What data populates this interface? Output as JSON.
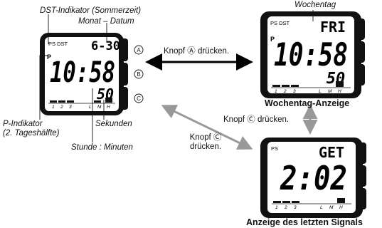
{
  "watch_left": {
    "top_indicators": "PS DST",
    "date": "6-30",
    "pm": "P",
    "time": "10:58",
    "seconds": "50",
    "bar_labels": [
      "1",
      "2",
      "3",
      "L",
      "M",
      "H"
    ],
    "buttons": [
      "A",
      "B",
      "C"
    ]
  },
  "watch_right_top": {
    "top_indicators": "PS DST",
    "weekday": "FRI",
    "pm": "P",
    "time": "10:58",
    "seconds": "50",
    "bar_labels": [
      "1",
      "2",
      "3",
      "L",
      "M",
      "H"
    ]
  },
  "watch_right_bottom": {
    "top_indicators": "PS",
    "mode": "GET",
    "time": "2:02",
    "bar_labels": [
      "1",
      "2",
      "3",
      "L",
      "M",
      "H"
    ]
  },
  "labels": {
    "dst_indicator": "DST-Indikator (Sommerzeit)",
    "month_date": "Monat – Datum",
    "weekday": "Wochentag",
    "press_a": "Knopf Ⓐ drücken.",
    "press_c_right": "Knopf Ⓒ drücken.",
    "press_c_left_1": "Knopf Ⓒ",
    "press_c_left_2": "drücken.",
    "p_indicator_1": "P-Indikator",
    "p_indicator_2": "(2. Tageshälfte)",
    "seconds": "Sekunden",
    "hour_minute": "Stunde : Minuten",
    "weekday_display": "Wochentag-Anzeige",
    "last_signal_display": "Anzeige des letzten Signals"
  }
}
